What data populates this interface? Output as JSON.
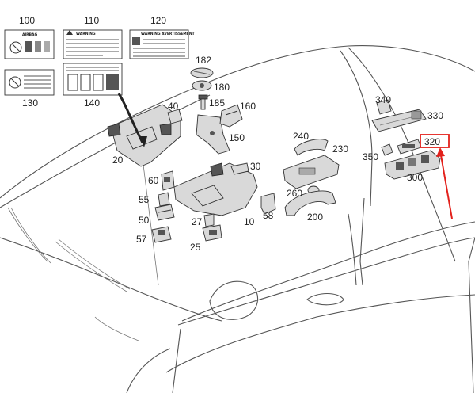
{
  "labels": {
    "l100": "100",
    "l110": "110",
    "l120": "120",
    "l130": "130",
    "l140": "140",
    "l182": "182",
    "l180": "180",
    "l185": "185",
    "l160": "160",
    "l40": "40",
    "l150": "150",
    "l20": "20",
    "l30": "30",
    "l60": "60",
    "l10": "10",
    "l55": "55",
    "l50": "50",
    "l57": "57",
    "l27": "27",
    "l25": "25",
    "l58": "58",
    "l240": "240",
    "l230": "230",
    "l260": "260",
    "l200": "200",
    "l340": "340",
    "l330": "330",
    "l350": "350",
    "l320": "320",
    "l300": "300"
  },
  "stickers": {
    "airbag": "AIRBAG",
    "warning": "WARNING",
    "warning_fr": "WARNING AVERTISSEMENT"
  },
  "highlight": {
    "part": "320",
    "color": "#e3211c"
  }
}
